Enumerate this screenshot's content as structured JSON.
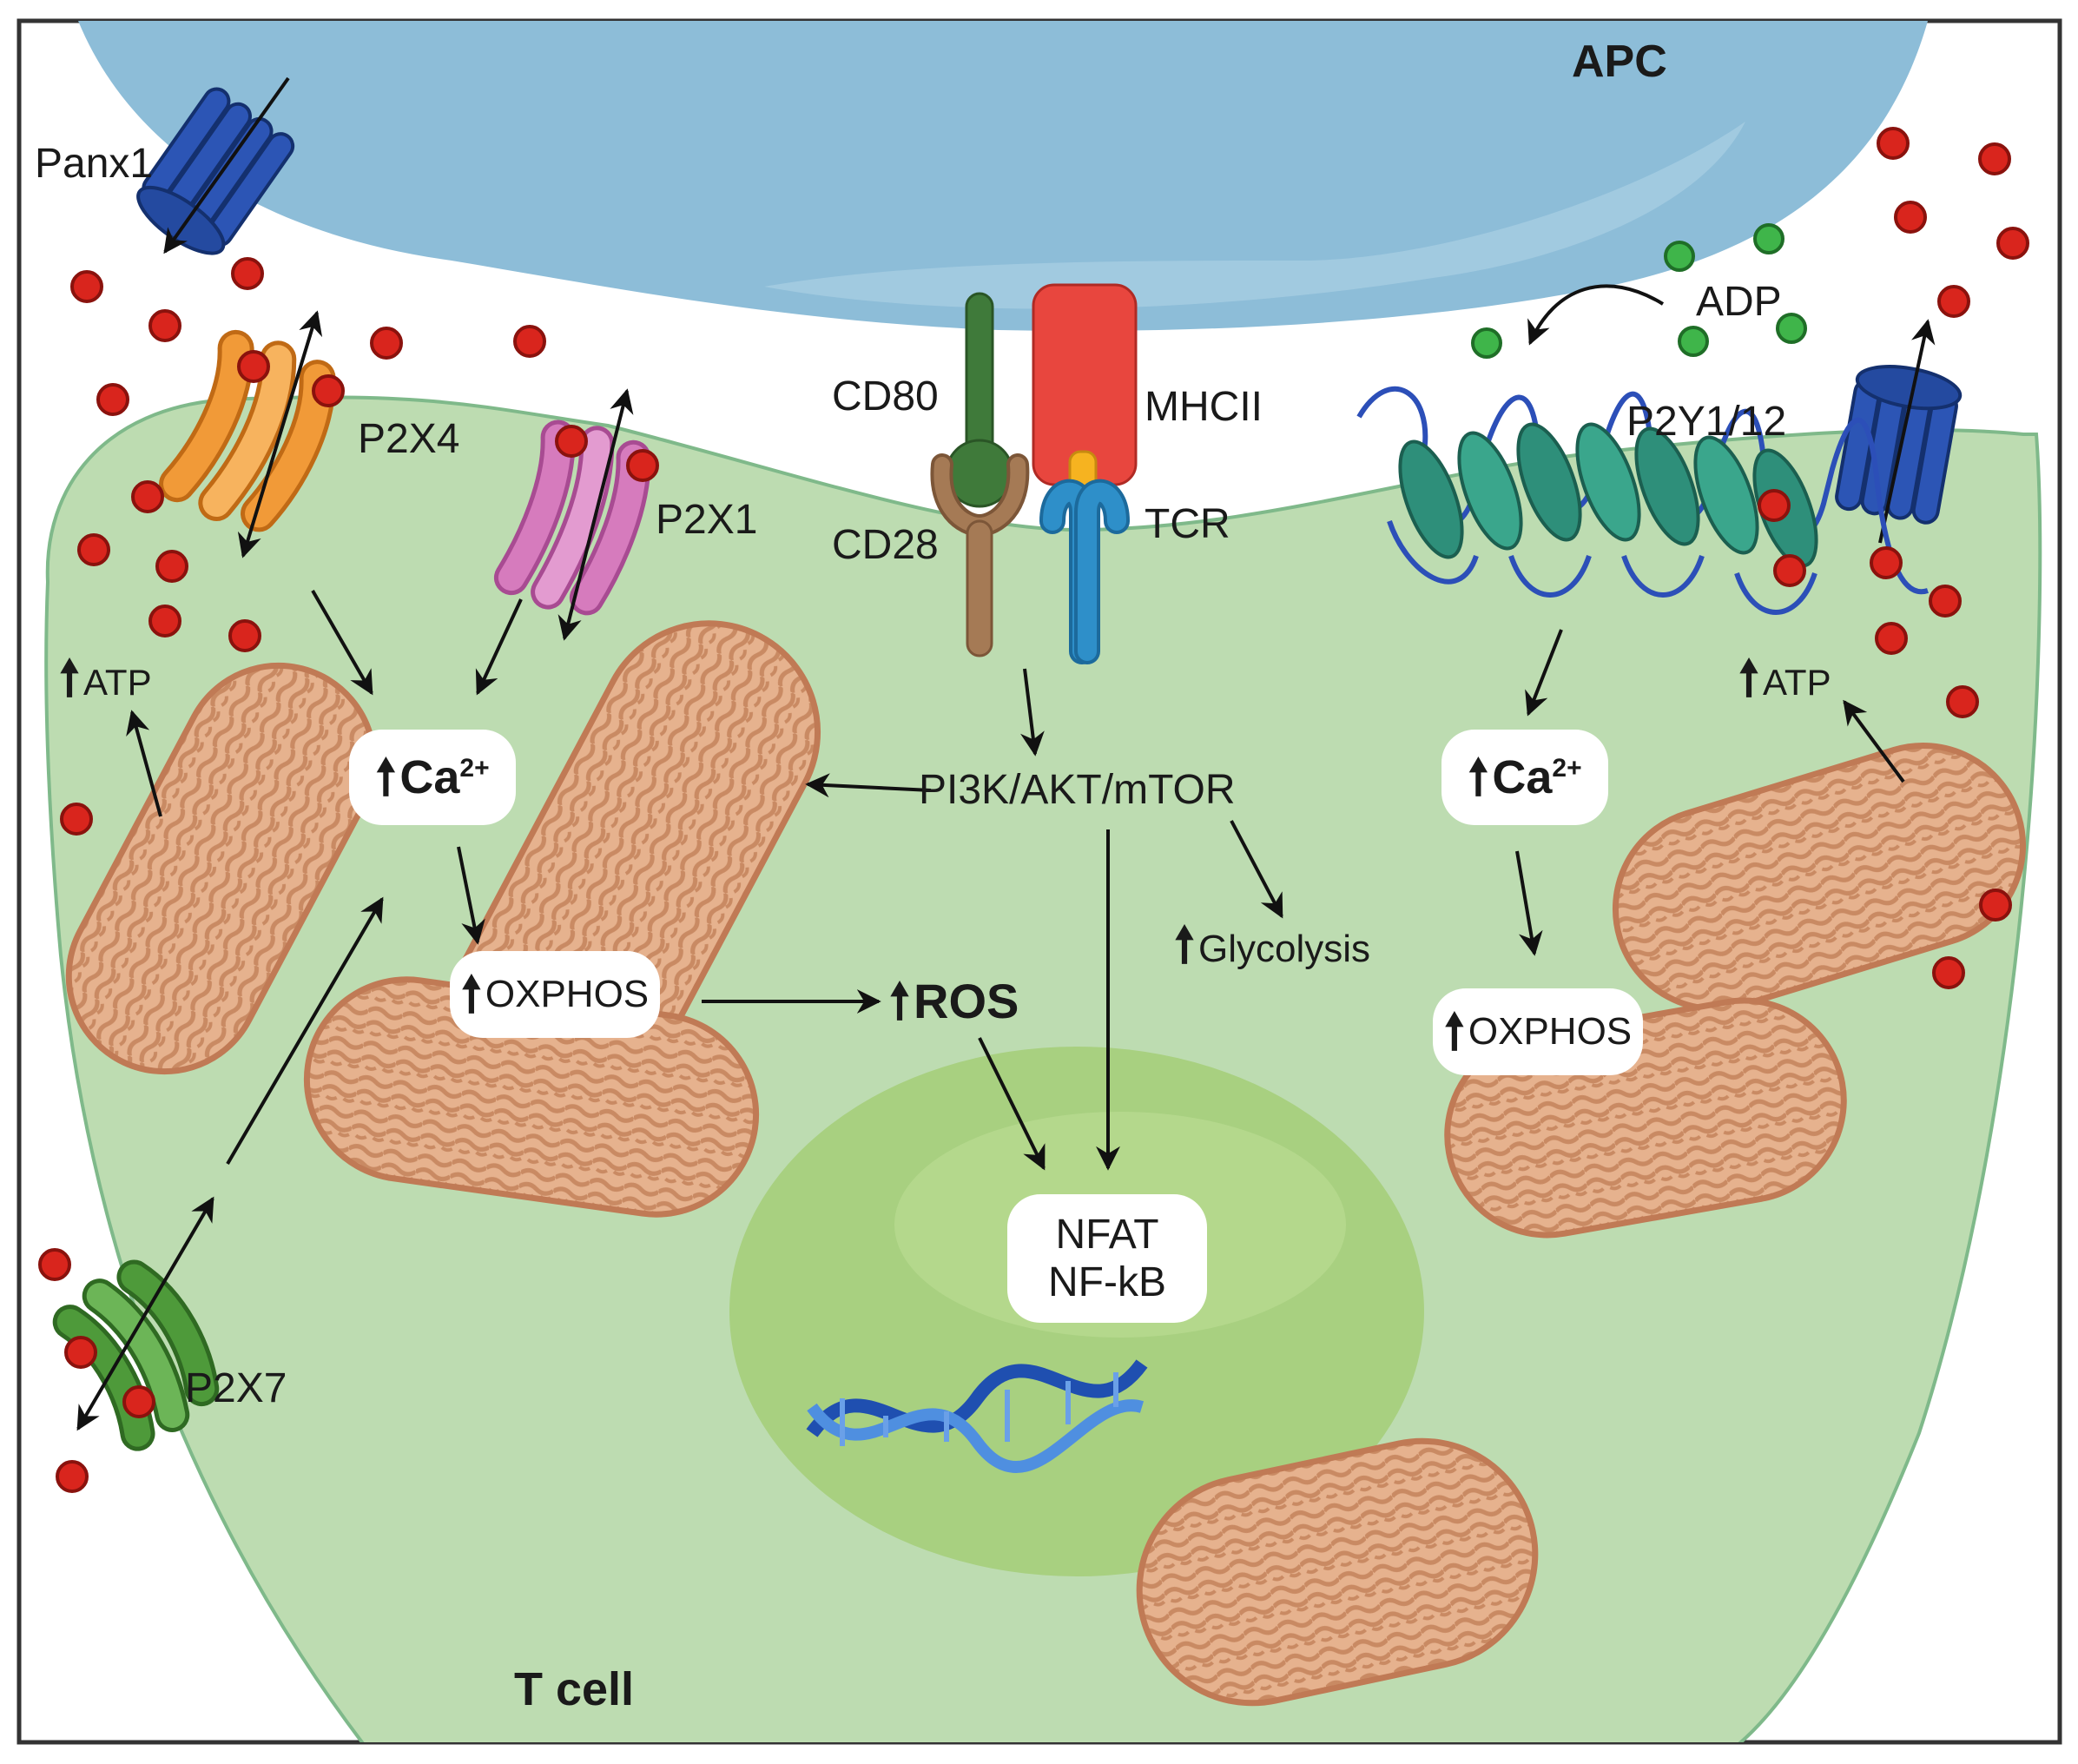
{
  "cells": {
    "apc_label": "APC",
    "tcell_label": "T cell"
  },
  "receptors": {
    "panx1": "Panx1",
    "p2x4": "P2X4",
    "p2x1": "P2X1",
    "p2x7": "P2X7",
    "p2y": "P2Y1/12",
    "adp": "ADP",
    "cd80": "CD80",
    "cd28": "CD28",
    "mhcii": "MHCII",
    "tcr": "TCR"
  },
  "signals": {
    "atp_left": "ATP",
    "atp_right": "ATP",
    "ca_left": "Ca",
    "ca_right": "Ca",
    "ca_superscript": "2+",
    "oxphos_left": "OXPHOS",
    "oxphos_right": "OXPHOS",
    "ros": "ROS",
    "pathway": "PI3K/AKT/mTOR",
    "glycolysis": "Glycolysis",
    "nfat": "NFAT",
    "nfkb": "NF-kB",
    "up_arrow": "🠕"
  },
  "colors": {
    "apc": "#8dbdd8",
    "tcell": "#bddcb1",
    "nucleus": "#a8d080",
    "atp_dot": "#d9251d",
    "adp_dot": "#3fb54a",
    "mitochondria": "#c98a63",
    "p2x4": "#f19a38",
    "p2x1": "#d67bbd",
    "p2x7": "#4e9a3a",
    "panx1": "#2c55b5",
    "cd80": "#3f7a3a",
    "cd28": "#a57a55",
    "mhcii": "#e8463e",
    "tcr": "#2e8fc9",
    "p2y": "#2e8f7a"
  }
}
